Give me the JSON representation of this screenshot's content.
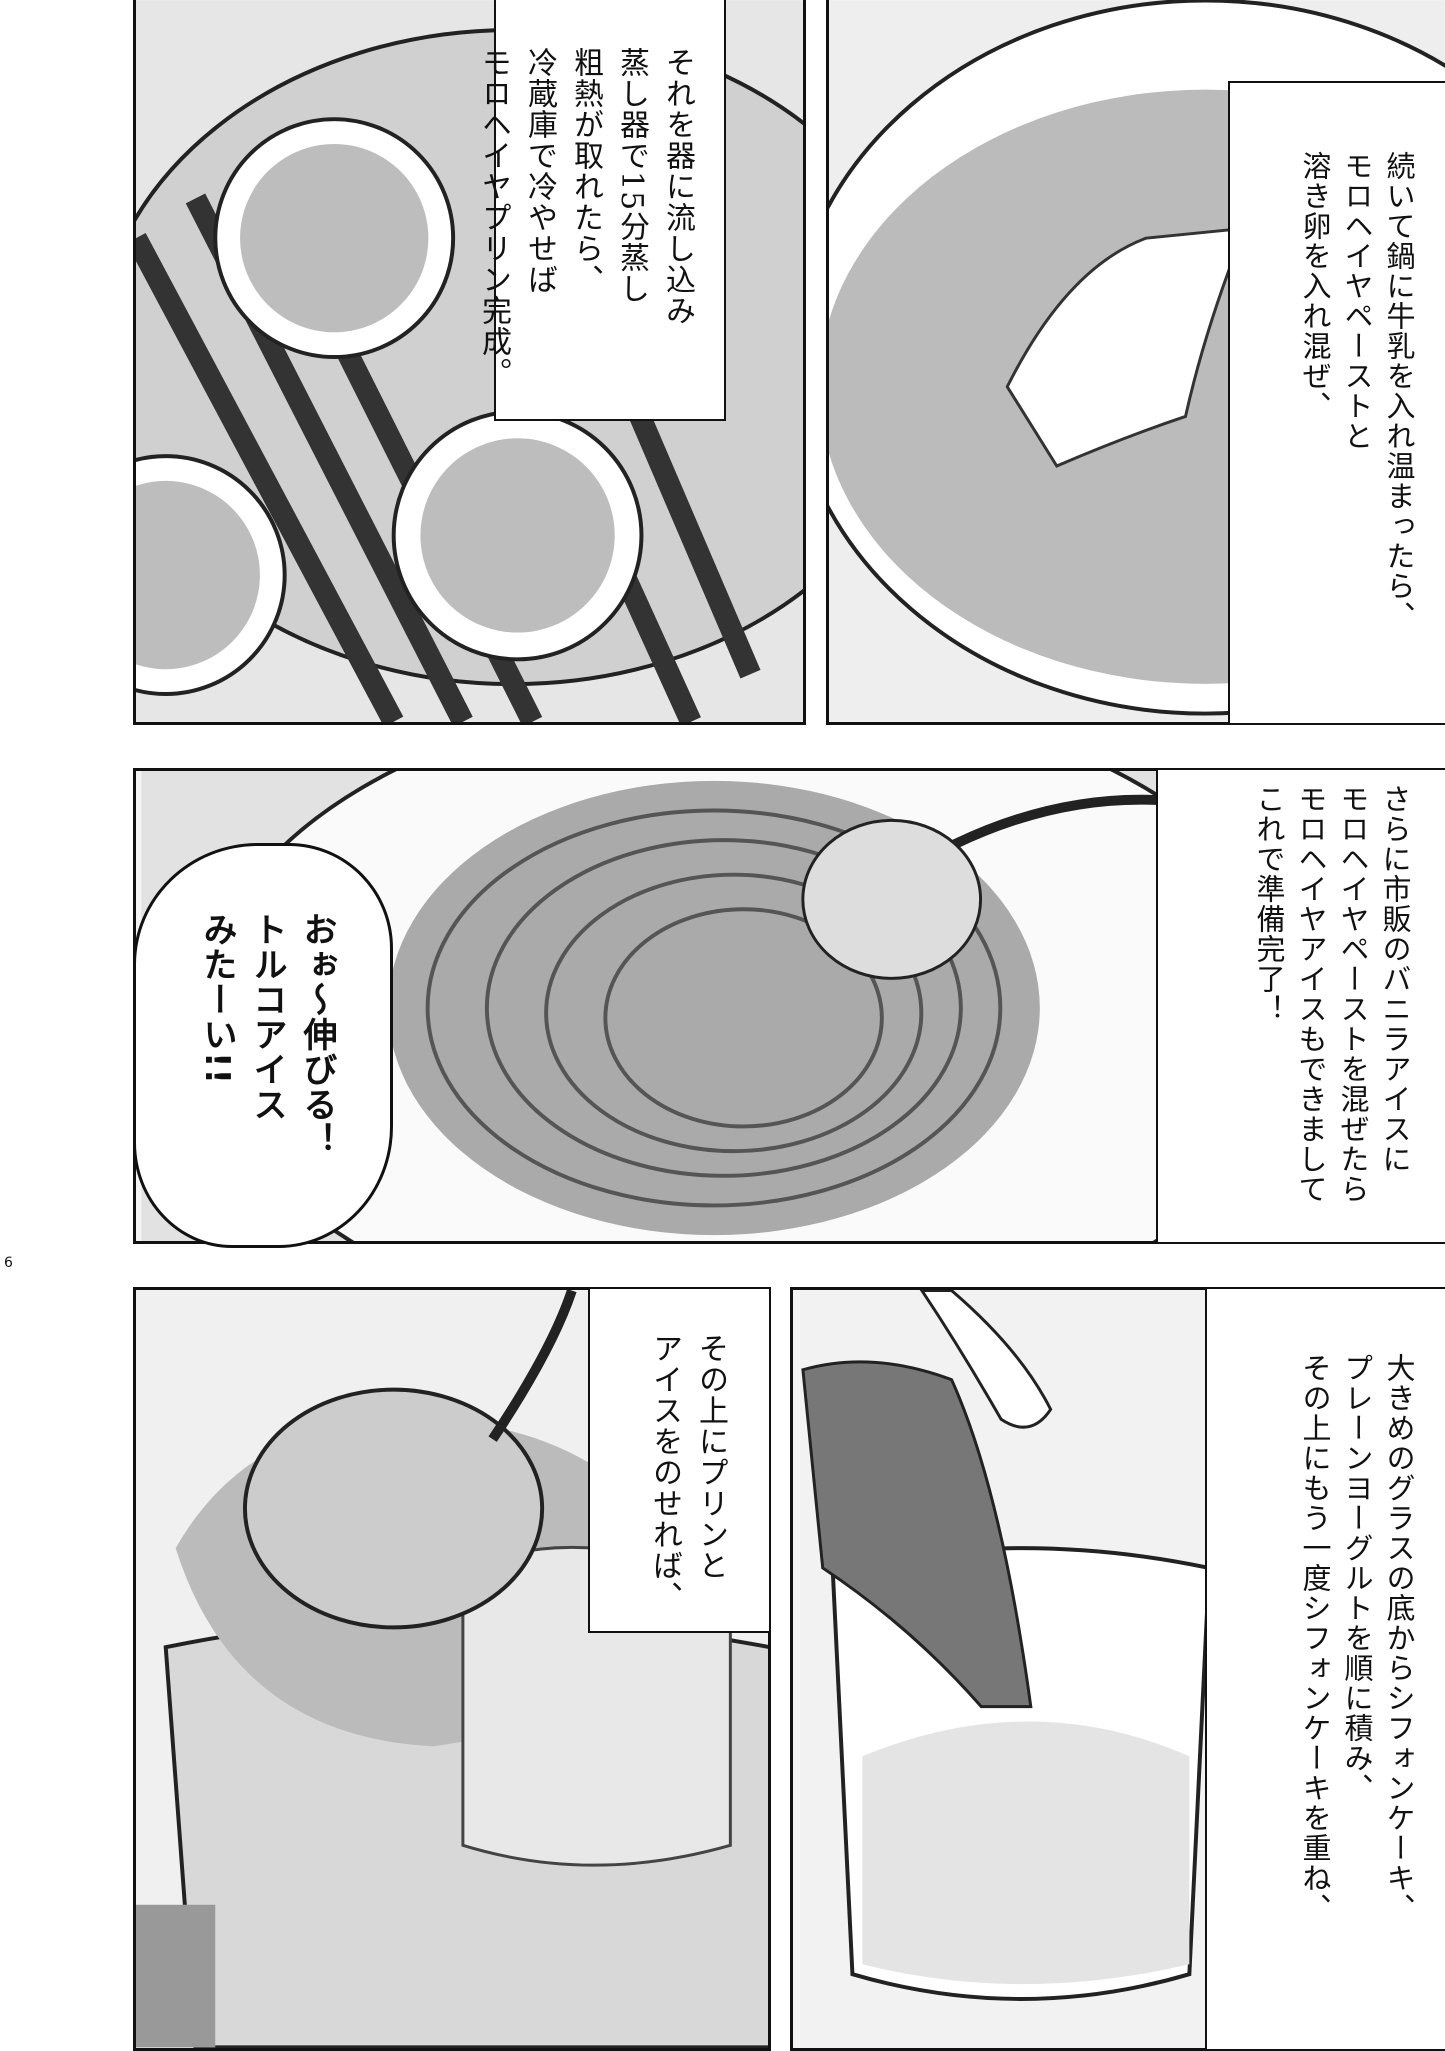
{
  "page_number": "6",
  "panels": {
    "steamer": {
      "caption": "それを器に流し込み\n蒸し器で15分蒸し\n粗熱が取れたら、\n冷蔵庫で冷やせば\nモロヘイヤプリン完成。"
    },
    "pot": {
      "caption": "続いて鍋に牛乳を入れ温まったら、\nモロヘイヤペーストと\n溶き卵を入れ混ぜ、"
    },
    "ice_cream": {
      "speech": "おぉ〜伸びる！\nトルコアイス\nみたーい!!",
      "caption": "さらに市販のバニラアイスに\nモロヘイヤペーストを混ぜたら\nモロヘイヤアイスもできまして\nこれで準備完了！"
    },
    "assembled": {
      "caption": "その上にプリンと\nアイスをのせれば、"
    },
    "glass": {
      "caption": "大きめのグラスの底からシフォンケーキ、\nプレーンヨーグルトを順に積み、\nその上にもう一度シフォンケーキを重ね、"
    }
  }
}
